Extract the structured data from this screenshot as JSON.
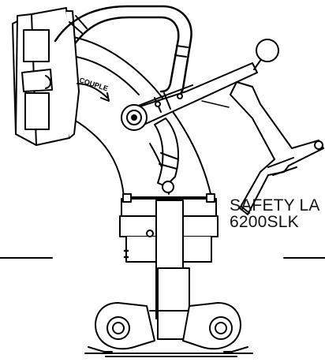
{
  "diagram": {
    "couple_label": "COUPLE",
    "callout_title": "SAFETY LA",
    "callout_part_number": "6200SLK",
    "line_color": "#000000",
    "fill_color": "#ffffff"
  }
}
